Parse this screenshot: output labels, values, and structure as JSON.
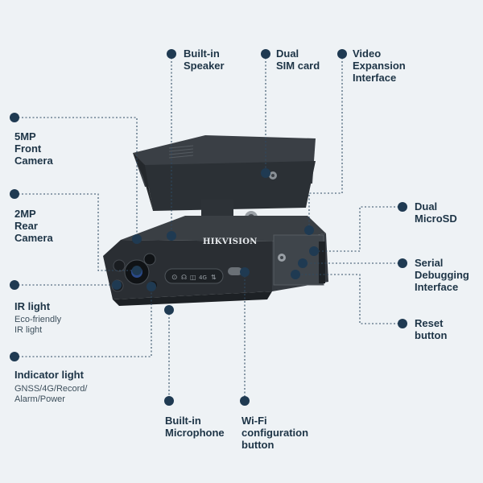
{
  "labels": {
    "speaker": "Built-in\nSpeaker",
    "sim": "Dual\nSIM card",
    "video": "Video\nExpansion\nInterface",
    "front_cam": "5MP\nFront\nCamera",
    "rear_cam": "2MP\nRear\nCamera",
    "microsd": "Dual\nMicroSD",
    "serial": "Serial\nDebugging\nInterface",
    "ir": "IR light",
    "ir_sub": "Eco-friendly\nIR light",
    "reset": "Reset\nbutton",
    "indicator": "Indicator light",
    "indicator_sub": "GNSS/4G/Record/\nAlarm/Power",
    "mic": "Built-in\nMicrophone",
    "wifi": "Wi-Fi\nconfiguration\nbutton"
  },
  "device": {
    "brand": "HIKVISION",
    "status_icons": [
      "⊙",
      "☊",
      "◫",
      "4G",
      "⇅"
    ]
  }
}
